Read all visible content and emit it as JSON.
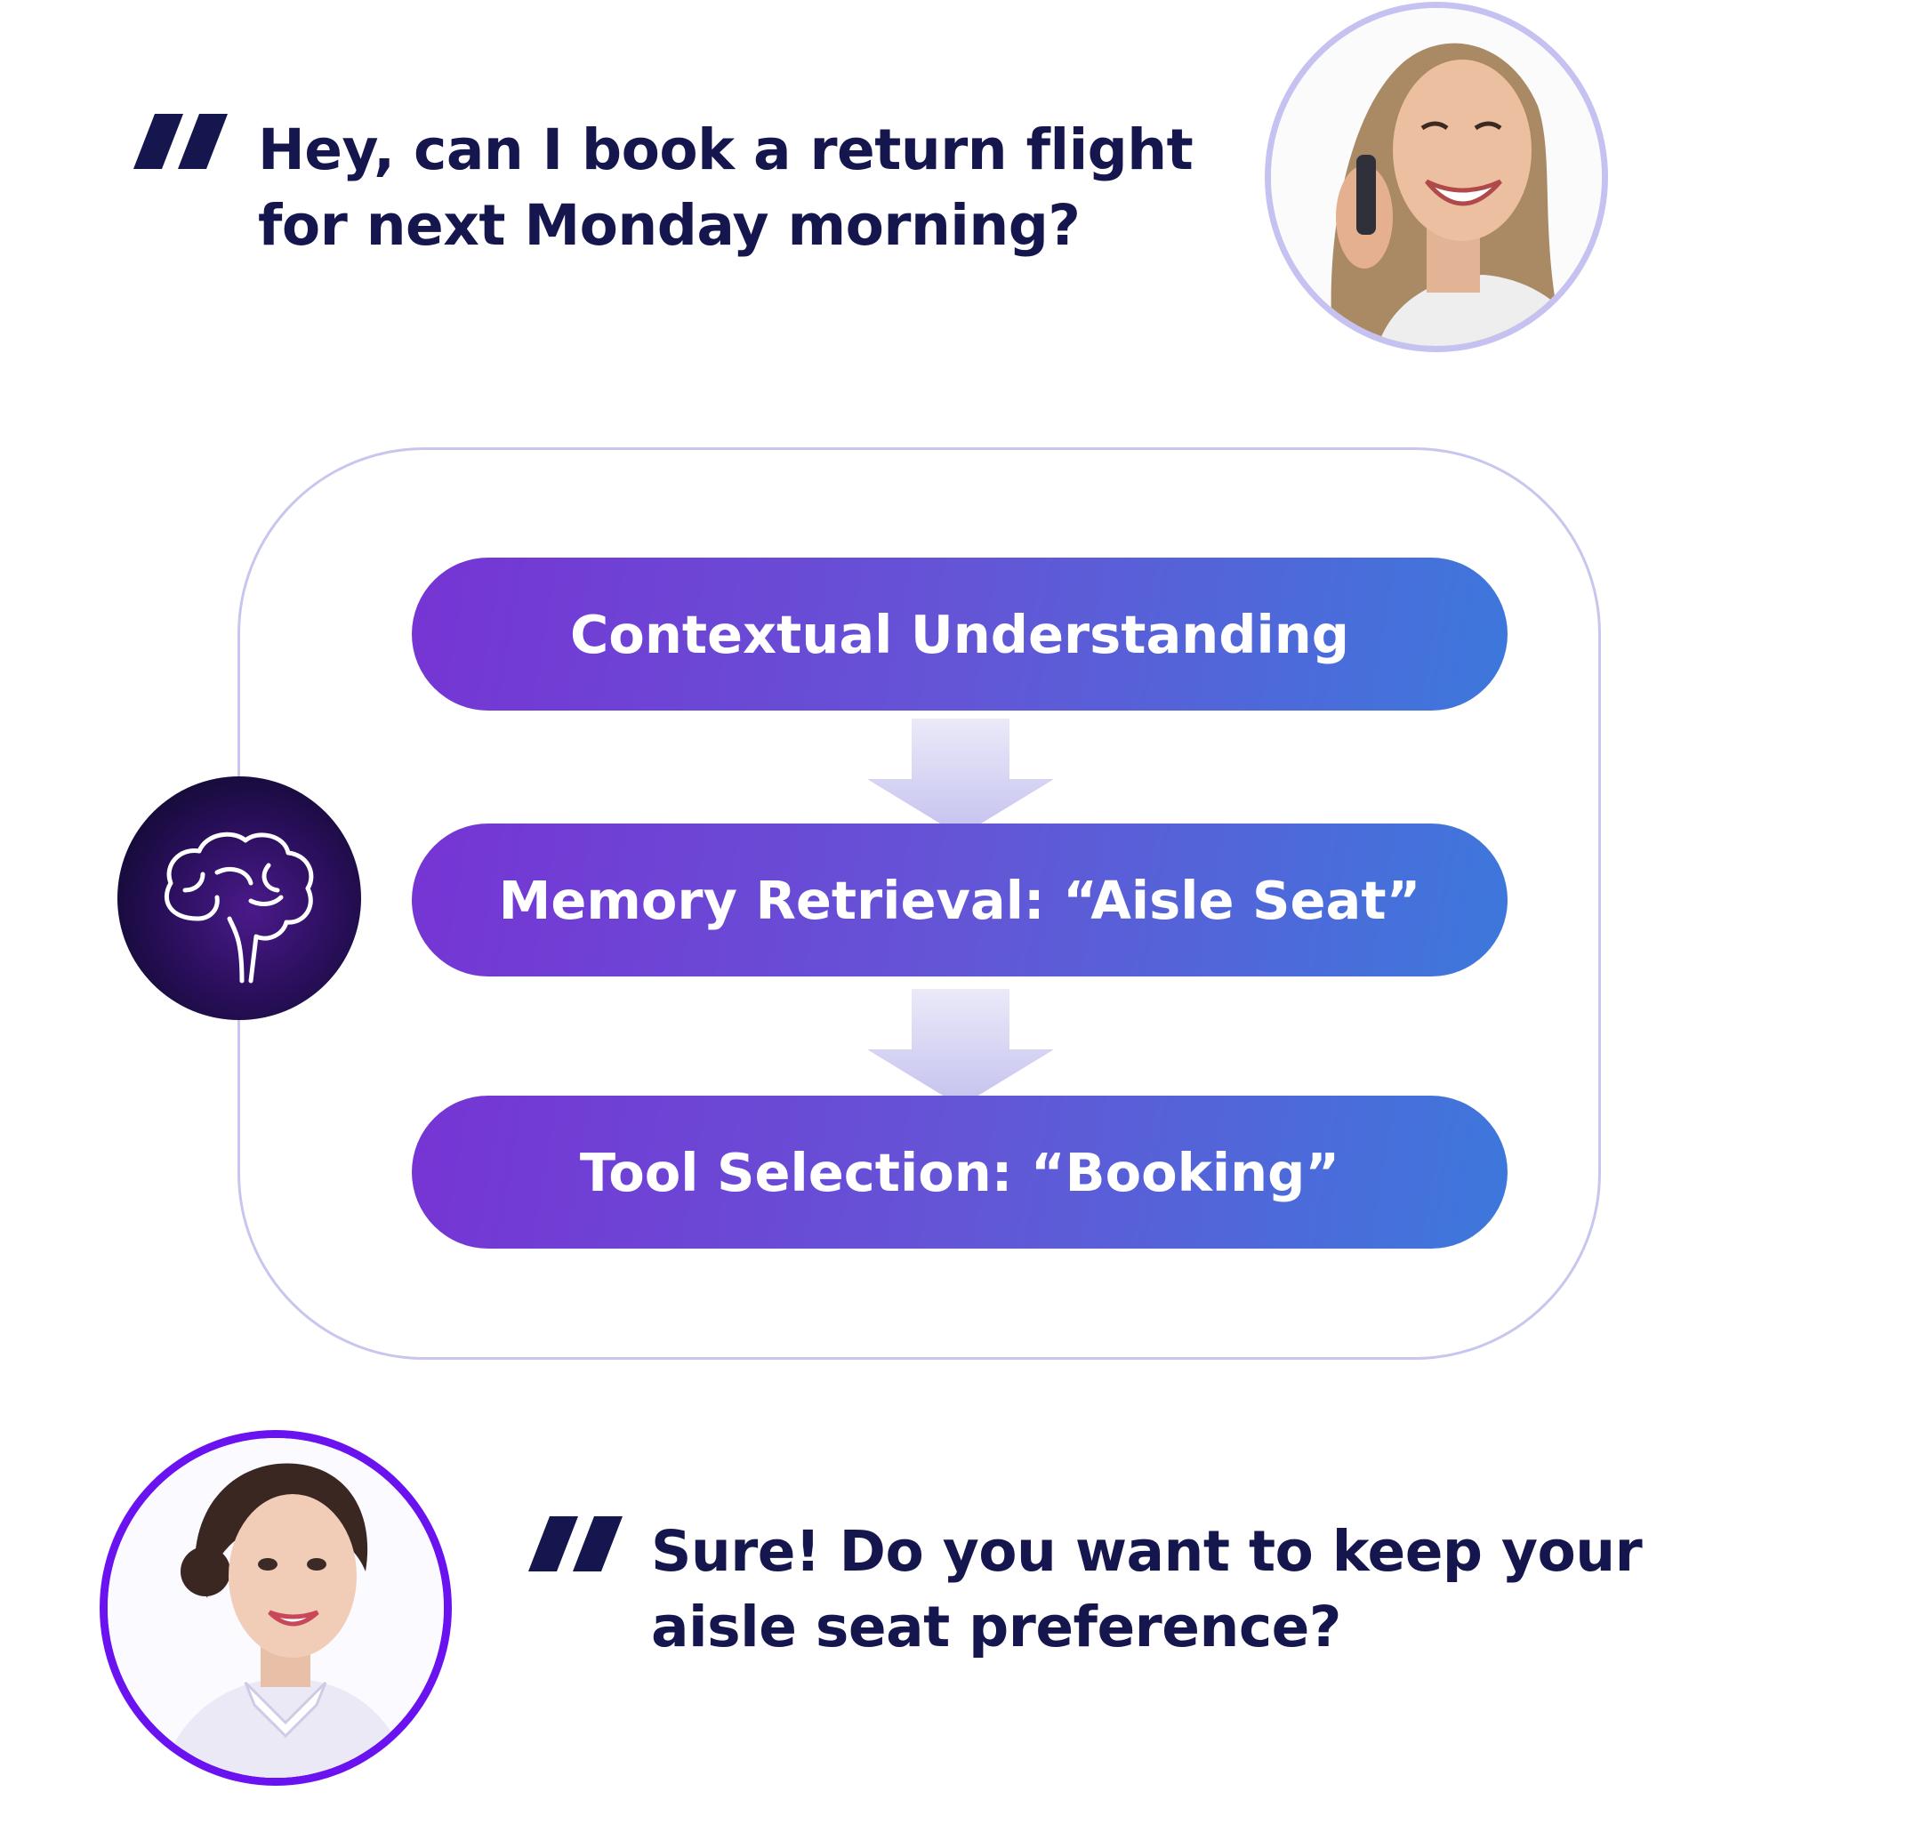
{
  "user_message": {
    "line1": "Hey, can I book a return flight",
    "line2": "for next Monday morning?"
  },
  "reasoning_steps": [
    "Contextual Understanding",
    "Memory Retrieval: “Aisle Seat”",
    "Tool Selection: “Booking”"
  ],
  "agent_message": {
    "line1": "Sure! Do you want to keep your",
    "line2": "aisle seat preference?"
  },
  "icons": {
    "quote": "quote-mark-icon",
    "brain": "brain-icon"
  },
  "colors": {
    "text": "#16164f",
    "step_gradient_start": "#7634d4",
    "step_gradient_end": "#3d78dc",
    "frame_border": "#c7c6ee",
    "user_avatar_ring": "#c5c1f1",
    "agent_avatar_ring": "#6a12f0",
    "arrow": "#c9c6ef"
  }
}
